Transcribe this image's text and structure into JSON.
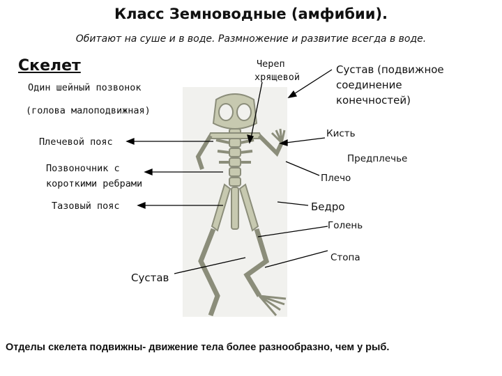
{
  "title": "Класс Земноводные (амфибии).",
  "subtitle": "Обитают на суше и в воде. Размножение и развитие всегда в воде.",
  "skeleton_heading": "Скелет",
  "labels": {
    "neck": "Один шейный позвонок",
    "neck_note": "(голова малоподвижная)",
    "shoulder": "Плечевой пояс",
    "spine_1": "Позвоночник с",
    "spine_2": "короткими ребрами",
    "pelvis": "Тазовый пояс",
    "joint_bottom": "Сустав",
    "skull_1": "Череп",
    "skull_2": "хрящевой",
    "joint_1": "Сустав (подвижное",
    "joint_2": "соединение",
    "joint_3": "конечностей)",
    "hand": "Кисть",
    "forearm": "Предплечье",
    "shoulder_bone": "Плечо",
    "thigh": "Бедро",
    "shin": "Голень",
    "foot": "Стопа"
  },
  "footer": "Отделы скелета подвижны- движение тела более разнообразно, чем у рыб.",
  "colors": {
    "bone": "#c7c9b0",
    "bone_dark": "#8b8d7a",
    "photo_bg": "#f1f1ee",
    "pointer": "#000000"
  }
}
